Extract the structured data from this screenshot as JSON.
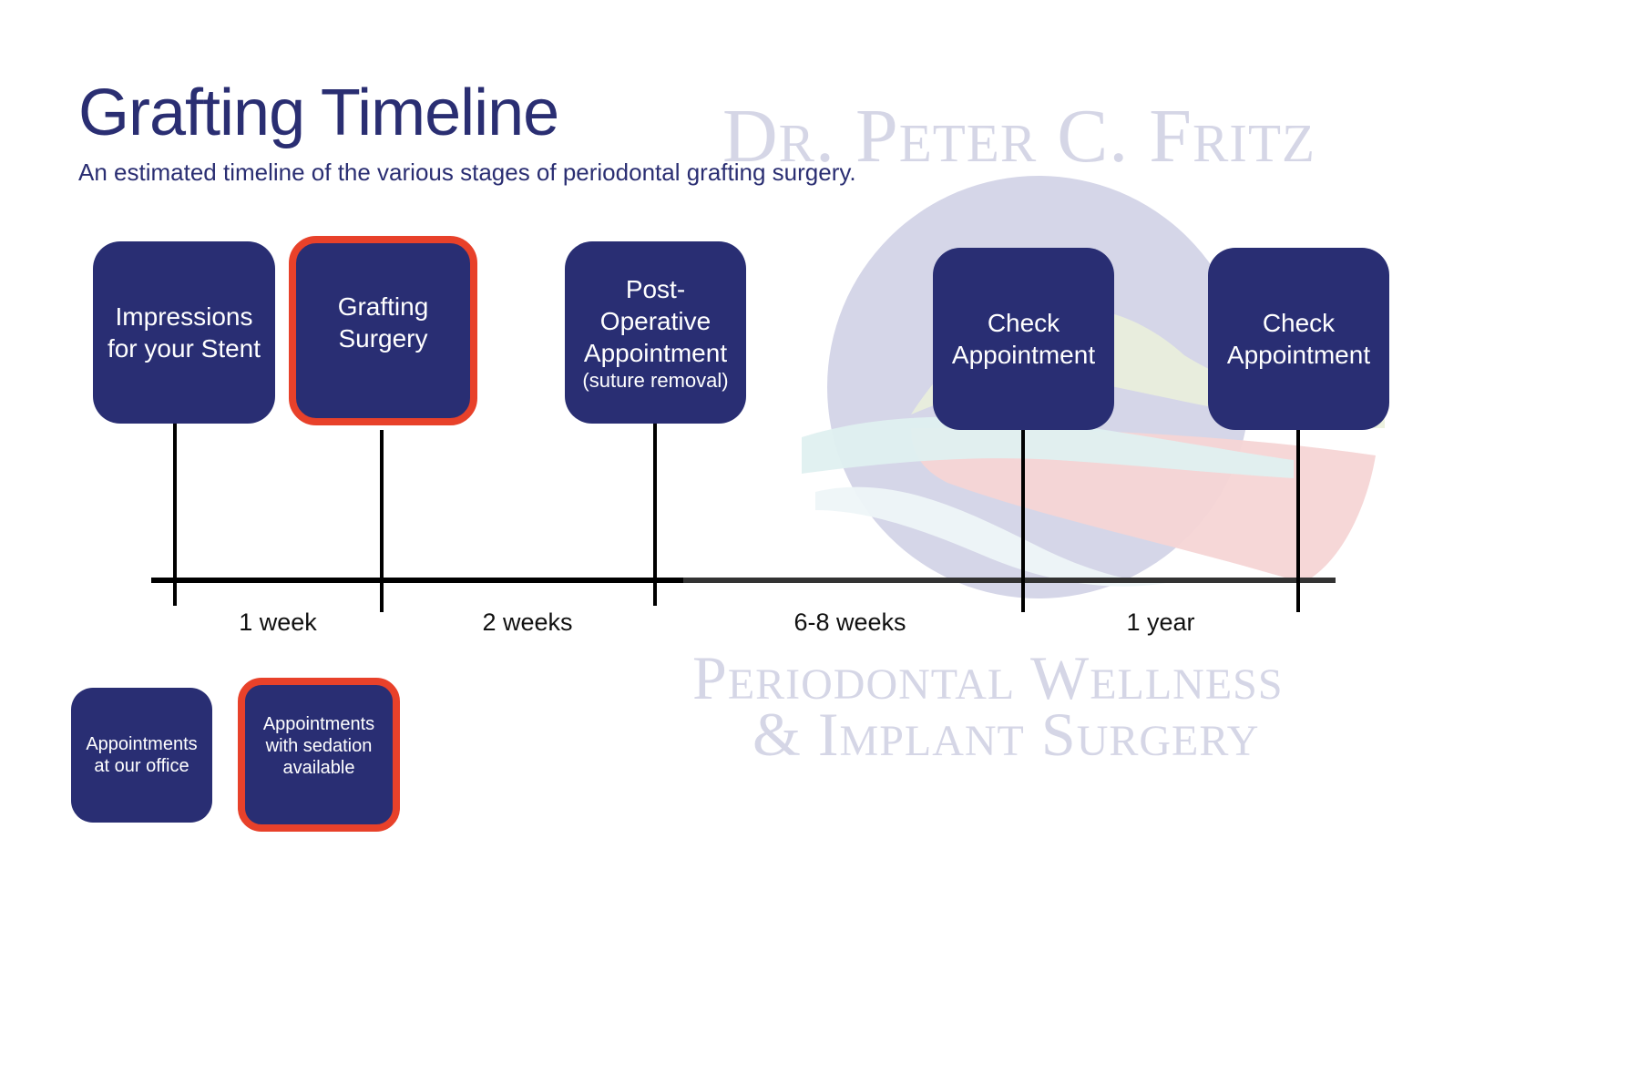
{
  "header": {
    "title": "Grafting Timeline",
    "subtitle": "An estimated timeline of the various stages of periodontal grafting surgery."
  },
  "watermark": {
    "doctor": "Dr. Peter C. Fritz",
    "practice_line1": "Periodontal Wellness",
    "practice_line2": "& Implant Surgery"
  },
  "colors": {
    "box_fill": "#292e73",
    "sedation_border": "#e8412a",
    "title_text": "#2a2e72",
    "watermark": "#d5d6e6",
    "axis": "#000000",
    "axis_tail": "#333333"
  },
  "timeline": {
    "events": [
      {
        "lines": [
          "Impressions",
          "for your Stent"
        ],
        "note": "",
        "sedation": false
      },
      {
        "lines": [
          "Grafting",
          "Surgery"
        ],
        "note": "",
        "sedation": true
      },
      {
        "lines": [
          "Post-",
          "Operative",
          "Appointment"
        ],
        "note": "(suture removal)",
        "sedation": false
      },
      {
        "lines": [
          "Check",
          "Appointment"
        ],
        "note": "",
        "sedation": false
      },
      {
        "lines": [
          "Check",
          "Appointment"
        ],
        "note": "",
        "sedation": false
      }
    ],
    "intervals": [
      "1 week",
      "2 weeks",
      "6-8 weeks",
      "1 year"
    ]
  },
  "legend": {
    "items": [
      {
        "lines": [
          "Appointments",
          "at our office"
        ],
        "sedation": false
      },
      {
        "lines": [
          "Appointments",
          "with sedation",
          "available"
        ],
        "sedation": true
      }
    ]
  }
}
